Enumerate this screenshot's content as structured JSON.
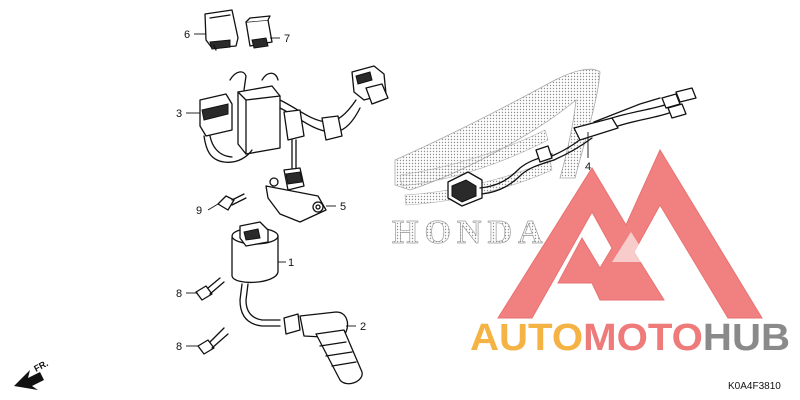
{
  "diagram": {
    "callouts": [
      "1",
      "2",
      "3",
      "4",
      "5",
      "6",
      "7",
      "8",
      "8",
      "9"
    ],
    "brand_watermark": "HONDA",
    "direction_label": "FR.",
    "diagram_code": "K0A4F3810"
  },
  "overlay": {
    "parts": [
      "AUTO",
      "MOTO",
      "HUB"
    ],
    "colors": {
      "logo_red": "#ef6b6b",
      "auto": "#f5b345",
      "moto": "#ef7a7a",
      "hub": "#8a8a8a"
    }
  }
}
